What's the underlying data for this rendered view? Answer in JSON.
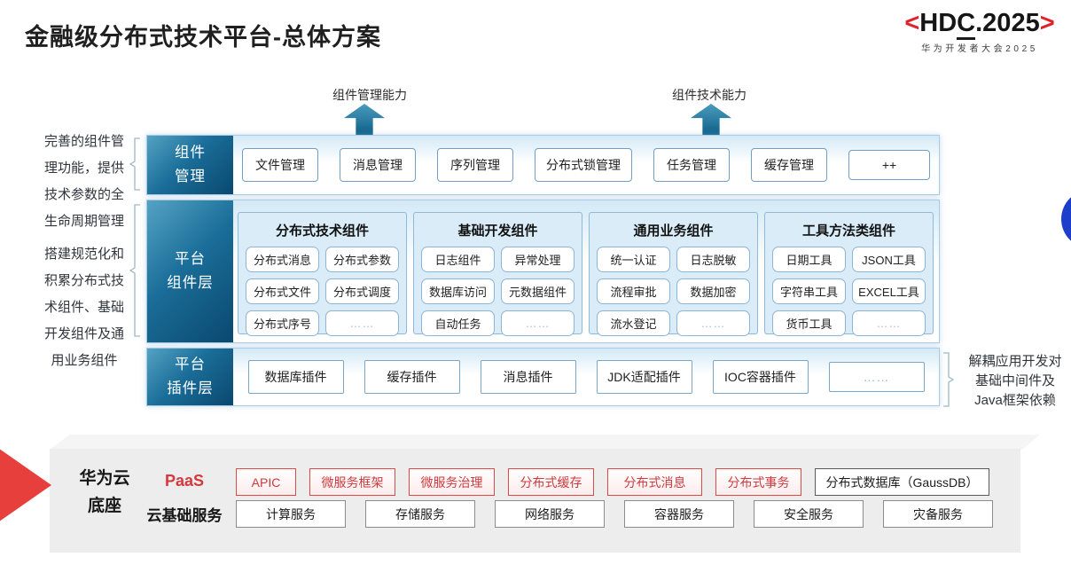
{
  "title": "金融级分布式技术平台-总体方案",
  "logo": {
    "open": "<",
    "name_p1": "HD",
    "name_p2": "C",
    "name_p3": ".2025",
    "close": ">",
    "subtitle": "华为开发者大会2025"
  },
  "capabilities": {
    "left": "组件管理能力",
    "right": "组件技术能力"
  },
  "notes": {
    "mgmt": [
      "完善的组件管",
      "理功能，提供",
      "技术参数的全",
      "生命周期管理"
    ],
    "build": [
      "搭建规范化和",
      "积累分布式技",
      "术组件、基础",
      "开发组件及通",
      "用业务组件"
    ],
    "decouple": [
      "解耦应用开发对",
      "基础中间件及",
      "Java框架依赖"
    ]
  },
  "component_mgmt": {
    "label": [
      "组件",
      "管理"
    ],
    "items": [
      "文件管理",
      "消息管理",
      "序列管理",
      "分布式锁管理",
      "任务管理",
      "缓存管理",
      "++"
    ]
  },
  "platform_components": {
    "label": [
      "平台",
      "组件层"
    ],
    "groups": [
      {
        "title": "分布式技术组件",
        "items": [
          "分布式消息",
          "分布式参数",
          "分布式文件",
          "分布式调度",
          "分布式序号",
          "……"
        ]
      },
      {
        "title": "基础开发组件",
        "items": [
          "日志组件",
          "异常处理",
          "数据库访问",
          "元数据组件",
          "自动任务",
          "……"
        ]
      },
      {
        "title": "通用业务组件",
        "items": [
          "统一认证",
          "日志脱敏",
          "流程审批",
          "数据加密",
          "流水登记",
          "……"
        ]
      },
      {
        "title": "工具方法类组件",
        "items": [
          "日期工具",
          "JSON工具",
          "字符串工具",
          "EXCEL工具",
          "货币工具",
          "……"
        ]
      }
    ]
  },
  "platform_plugins": {
    "label": [
      "平台",
      "插件层"
    ],
    "items": [
      "数据库插件",
      "缓存插件",
      "消息插件",
      "JDK适配插件",
      "IOC容器插件",
      "……"
    ]
  },
  "foundation": {
    "label": [
      "华为云",
      "底座"
    ],
    "paas_label": "PaaS",
    "paas_items": [
      "APIC",
      "微服务框架",
      "微服务治理",
      "分布式缓存",
      "分布式消息",
      "分布式事务"
    ],
    "paas_neutral": "分布式数据库（GaussDB）",
    "cloud_label": "云基础服务",
    "cloud_items": [
      "计算服务",
      "存储服务",
      "网络服务",
      "容器服务",
      "安全服务",
      "灾备服务"
    ]
  },
  "colors": {
    "label_blue_dark": "#0a486f",
    "label_blue_light": "#55a3c4",
    "arrow_teal": "#0e6089",
    "box_border_blue": "#6f9fc6",
    "group_bg": "#d9ecf8",
    "red_accent": "#d5383d",
    "hdc_red": "#e0232b",
    "slab_gray": "#ededed",
    "circle_blue": "#1c3ecb"
  }
}
